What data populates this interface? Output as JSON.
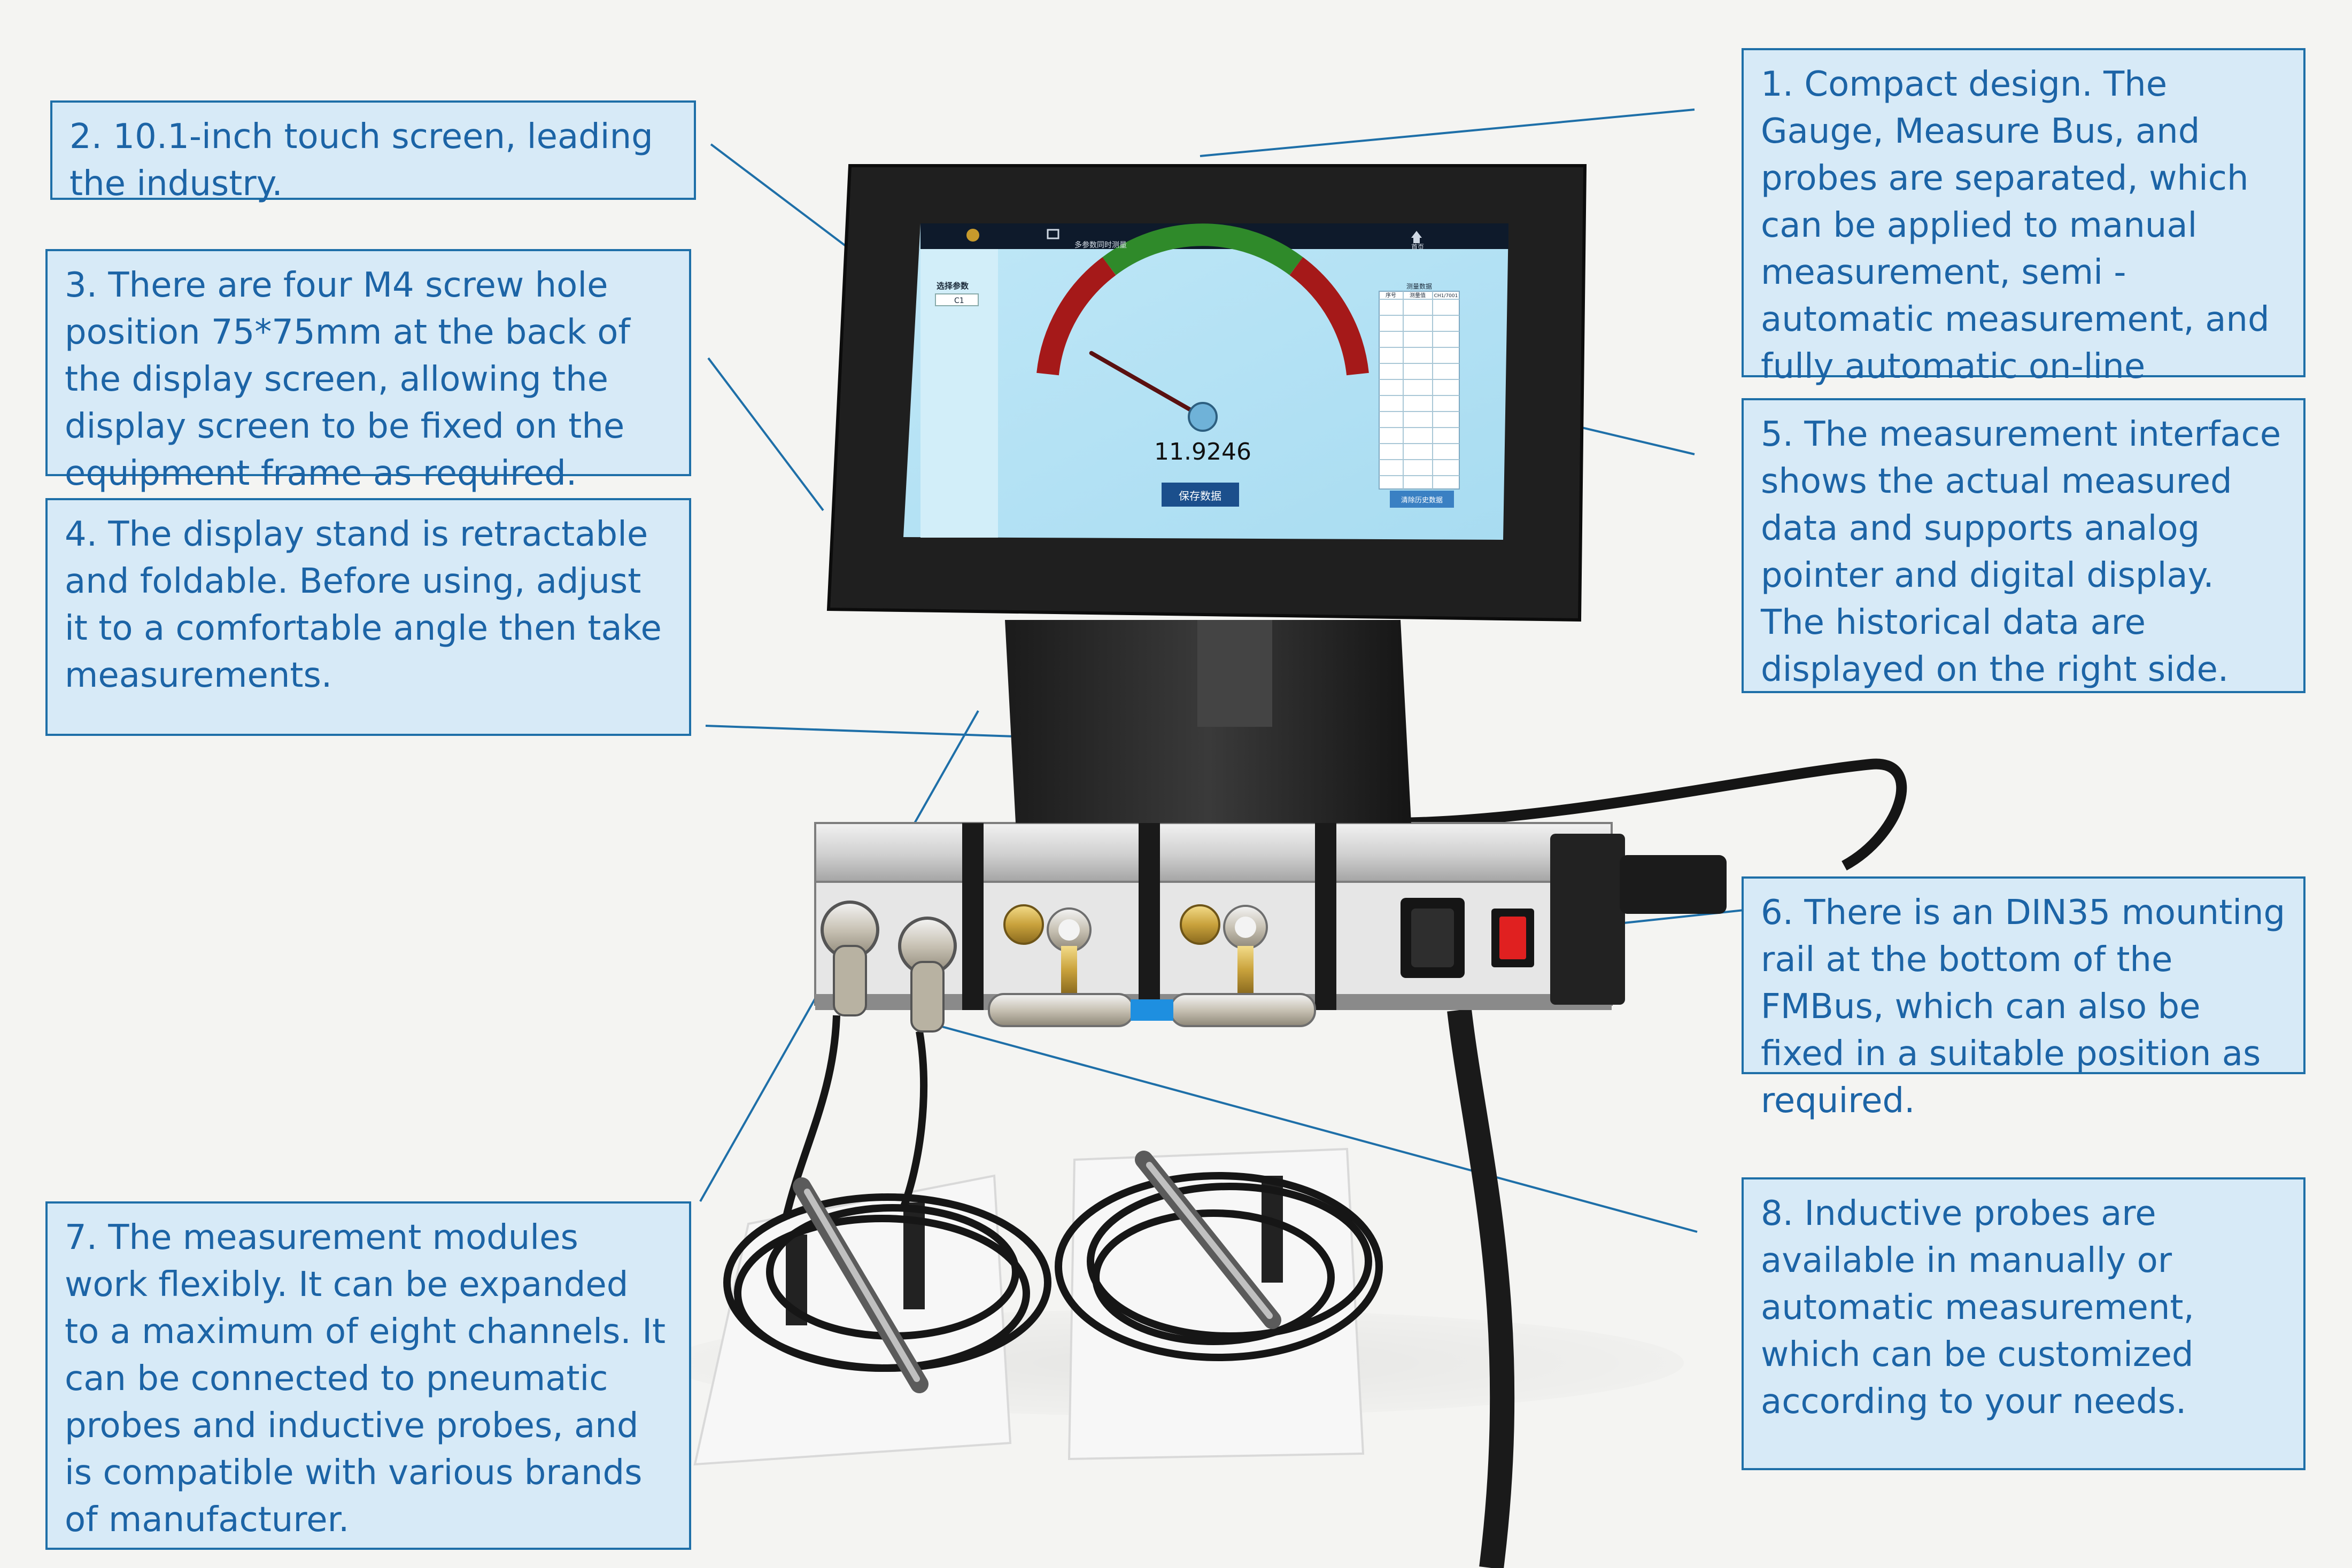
{
  "screen": {
    "title": "多参数同时测量",
    "home_label": "首页",
    "param_label": "选择参数",
    "param_value": "C1",
    "reading": "11.9246",
    "save_button": "保存数据",
    "history_title": "测量数据",
    "history_cols": [
      "序号",
      "测量值",
      "CH1/7001"
    ],
    "clear_button": "清除历史数据"
  },
  "gauge": {
    "value_fraction": 0.07
  },
  "callouts": {
    "c1": "1. Compact design. The Gauge, Measure Bus, and probes are separated, which can be applied to manual measurement, semi -automatic measurement, and fully automatic on-line measurement field.",
    "c2": "2. 10.1-inch touch screen, leading the industry.",
    "c3": "3. There are four M4 screw hole position 75*75mm at the back of the display screen, allowing the display screen to be fixed on the equipment frame as required.",
    "c4": "4. The display stand is retractable and foldable. Before using, adjust it to a comfortable angle then take measurements.",
    "c5": "5. The measurement interface shows the actual measured data and supports analog pointer and digital display. The historical data are displayed on the right side.",
    "c6": "6. There is an DIN35 mounting rail at the bottom of the FMBus, which can also be fixed in a suitable position as required.",
    "c7": "7. The measurement modules work flexibly. It can be expanded to a maximum of eight channels. It can be connected to pneumatic probes and inductive probes, and is compatible with various brands of manufacturer.",
    "c8": "8. Inductive probes are available in manually or automatic measurement, which can be customized according to your needs."
  },
  "colors": {
    "callout_bg": "#d7eaf7",
    "callout_border": "#1e6fa8",
    "callout_text": "#1c64a6",
    "gauge_red": "#a51919",
    "gauge_green": "#2f8a2a",
    "screen_bg": "#b9e4f5",
    "button_blue": "#1b4f8c"
  }
}
